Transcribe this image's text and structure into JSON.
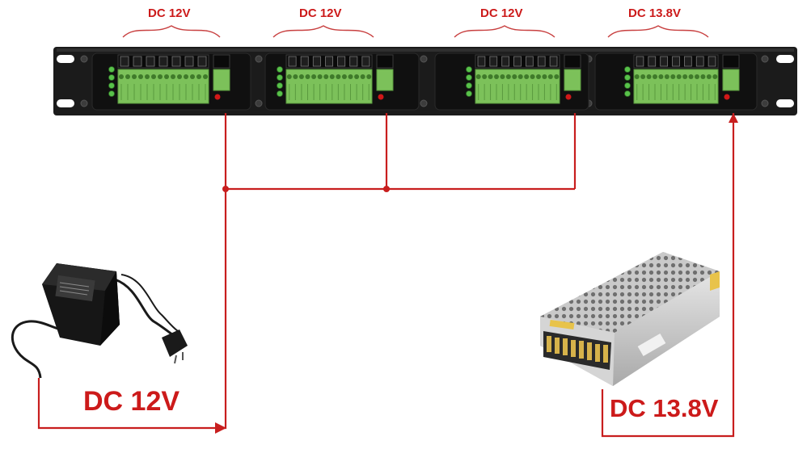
{
  "labels": {
    "section_1": "DC 12V",
    "section_2": "DC 12V",
    "section_3": "DC 12V",
    "section_4": "DC 13.8V",
    "adapter": "DC 12V",
    "psu": "DC 13.8V"
  },
  "colors": {
    "wire": "#c81e1e",
    "panel": "#1b1b1b",
    "terminal": "#7cc15a",
    "label": "#cc1a1a"
  },
  "icons": {
    "adapter": "ac-adapter-icon",
    "psu": "switching-power-supply-icon"
  }
}
